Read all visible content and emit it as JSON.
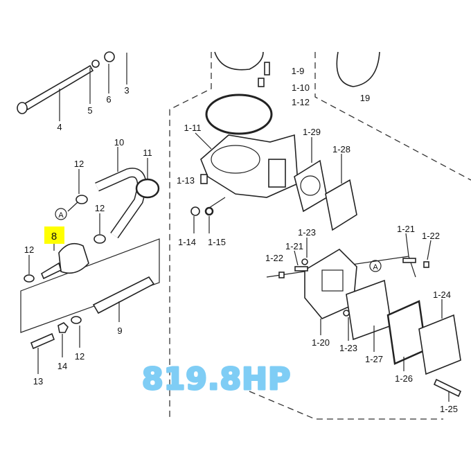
{
  "labels": {
    "l1_9": "1-9",
    "l1_10": "1-10",
    "l1_12": "1-12",
    "l19": "19",
    "l3": "3",
    "l6": "6",
    "l5": "5",
    "l4": "4",
    "l10": "10",
    "l11": "11",
    "l12a": "12",
    "l12b": "12",
    "l12c": "12",
    "l12d": "12",
    "lA1": "A",
    "l8": "8",
    "l1_11": "1-11",
    "l1_29": "1-29",
    "l1_28": "1-28",
    "l1_13": "1-13",
    "l1_14": "1-14",
    "l1_15": "1-15",
    "l1_23a": "1-23",
    "l1_21a": "1-21",
    "l1_22a": "1-22",
    "l1_21b": "1-21",
    "l1_22b": "1-22",
    "lA2": "A",
    "l1_24": "1-24",
    "l9": "9",
    "l14": "14",
    "l13": "13",
    "l1_20": "1-20",
    "l1_23b": "1-23",
    "l1_27": "1-27",
    "l1_26": "1-26",
    "l1_25": "1-25"
  },
  "highlight": {
    "part": "8",
    "color": "#ffff00"
  },
  "annotation": {
    "text": "819.8HP",
    "color": "#7fcdf5"
  }
}
